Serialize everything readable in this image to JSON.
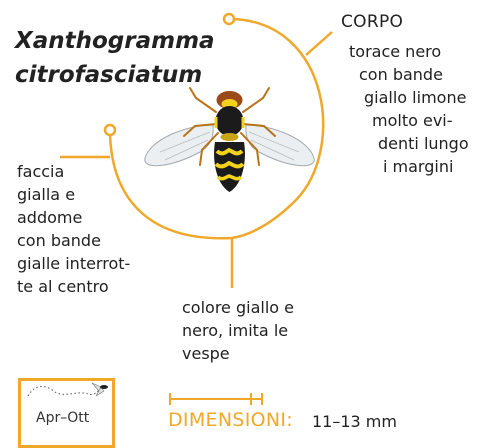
{
  "title": {
    "genus": "Xanthogramma",
    "species": "citrofasciatum"
  },
  "callouts": {
    "body_heading": "CORPO",
    "body_lines": [
      "torace nero",
      "con bande",
      "giallo limone",
      "molto evi-",
      "denti lungo",
      "i margini"
    ],
    "face_lines": [
      "faccia",
      "gialla e",
      "addome",
      "con bande",
      "gialle interrot-",
      "te al centro"
    ],
    "color_lines": [
      "colore giallo e",
      "nero, imita le",
      "vespe"
    ]
  },
  "period": {
    "label": "Apr–Ott"
  },
  "dimensions": {
    "label": "DIMENSIONI:",
    "value": "11–13 mm"
  },
  "colors": {
    "accent": "#f0a72a",
    "body_black": "#1b1b1b",
    "body_yellow": "#f2d21a"
  },
  "icons": [
    "hoverfly-illustration",
    "flight-path-icon",
    "hoverfly-mini-icon"
  ]
}
